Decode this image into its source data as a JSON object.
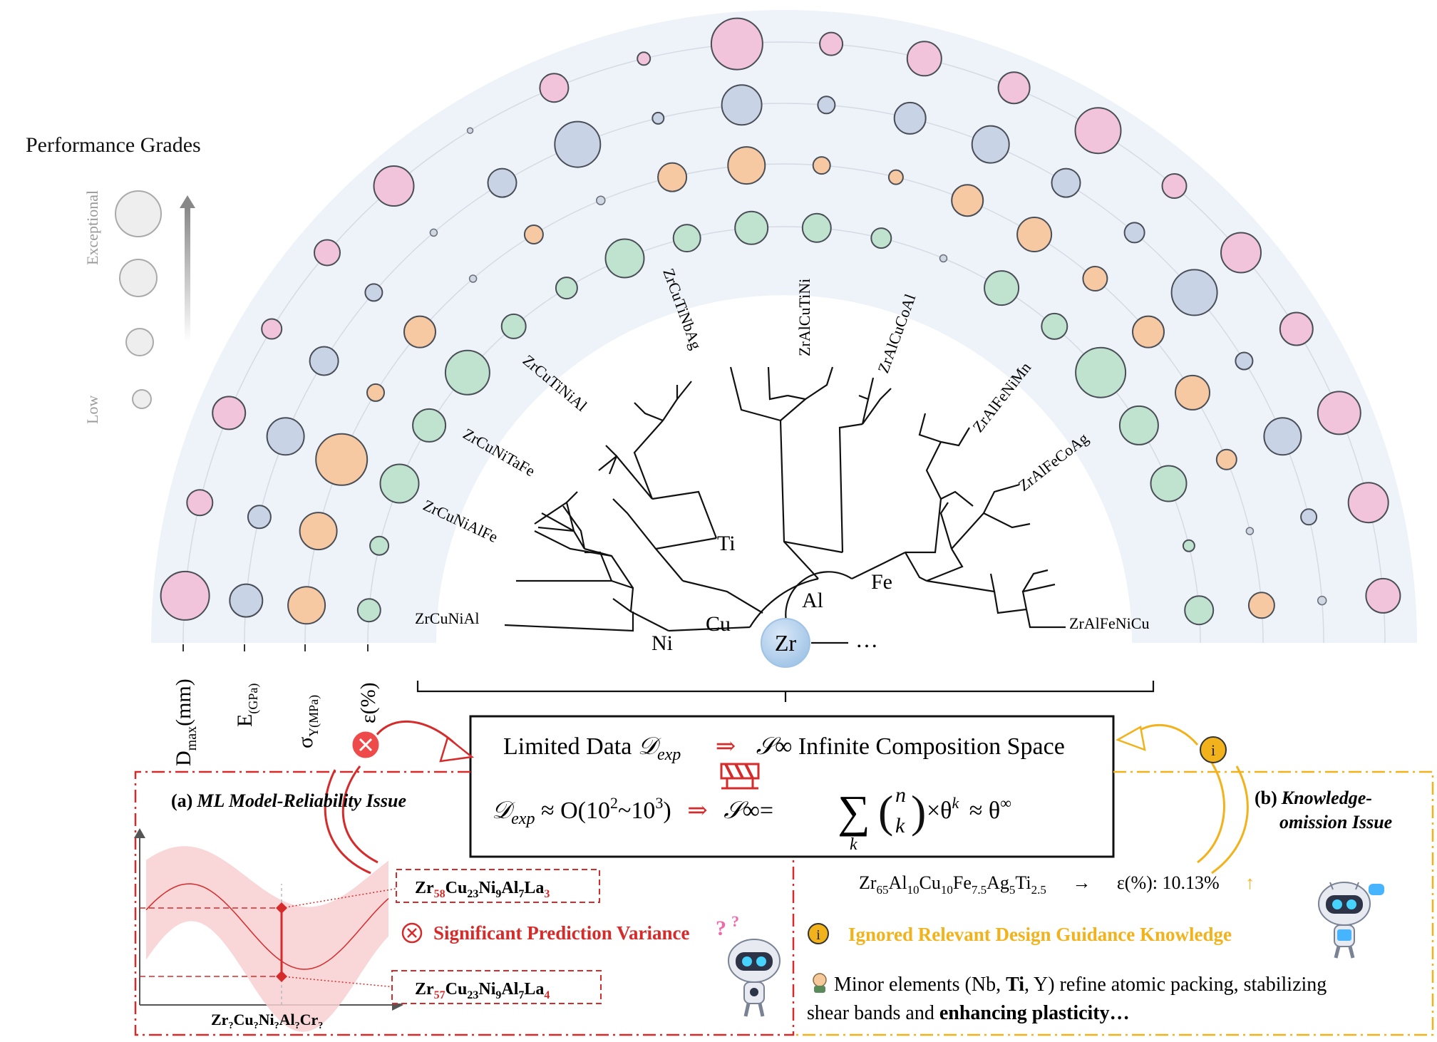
{
  "legend": {
    "title": "Performance Grades",
    "high_label": "Exceptional",
    "low_label": "Low"
  },
  "axes": {
    "dmax": "D",
    "dmax_sub": "max",
    "dmax_unit": "(mm)",
    "e": "E",
    "e_sub": "(GPa)",
    "sigma": "σ",
    "sigma_sub": "Y(MPa)",
    "eps": "ε(%)"
  },
  "tree": {
    "root": "Zr",
    "ellipsis": "…",
    "element_labels": [
      "Ni",
      "Cu",
      "Ti",
      "Al",
      "Fe"
    ],
    "leaves_left": [
      "ZrCuNiAl",
      "ZrCuNiAlFe",
      "ZrCuNiTaFe",
      "ZrCuTiNiAl",
      "ZrCuTiNbAg"
    ],
    "leaves_mid": [
      "ZrAlCuTiNi",
      "ZrAlCuCoAl"
    ],
    "leaves_right": [
      "ZrAlFeNiMn",
      "ZrAlFeCoAg",
      "ZrAlFeNiCu"
    ]
  },
  "center_box": {
    "line1_prefix": "Limited Data",
    "line1_sym": "𝒟",
    "line1_sub": "exp",
    "arrow": "⇒",
    "line1_suffix_sym": "𝒮",
    "line1_suffix_sub": "∞",
    "line1_suffix": "Infinite Composition Space",
    "line2_left": "𝒟",
    "line2_left_sub": "exp",
    "line2_approx": "≈ O(10",
    "line2_exp1": "2",
    "line2_tilde": "~10",
    "line2_exp2": "3",
    "line2_close": ")",
    "line2_s": "𝒮",
    "line2_s_sub": "∞",
    "line2_eq": "=",
    "sum": "∑",
    "sum_sub": "k",
    "binom_n": "n",
    "binom_k": "k",
    "times": "×θ",
    "theta_exp": "k",
    "approx2": "≈ θ",
    "theta_inf": "∞"
  },
  "panel_a": {
    "title_prefix": "(a)",
    "title": "ML Model-Reliability Issue",
    "comp_top": {
      "pre": "Zr",
      "n1": "58",
      "mid": "Cu",
      "n2": "23",
      "mid2": "Ni",
      "n3": "9",
      "mid3": "Al",
      "n4": "7",
      "mid4": "La",
      "n5": "3"
    },
    "comp_bottom": {
      "pre": "Zr",
      "n1": "57",
      "mid": "Cu",
      "n2": "23",
      "mid2": "Ni",
      "n3": "9",
      "mid3": "Al",
      "n4": "7",
      "mid4": "La",
      "n5": "4"
    },
    "variance_label": "Significant Prediction Variance",
    "x_label_parts": [
      "Zr",
      "?",
      "Cu",
      "?",
      "Ni",
      "?",
      "Al",
      "?",
      "Cr",
      "?"
    ]
  },
  "panel_b": {
    "title_prefix": "(b)",
    "title": "Knowledge-omission Issue",
    "formula_parts": [
      "Zr",
      "65",
      "Al",
      "10",
      "Cu",
      "10",
      "Fe",
      "7.5",
      "Ag",
      "5",
      "Ti",
      "2.5"
    ],
    "arrow": "→",
    "result": "ε(%): 10.13%",
    "up_arrow": "↑",
    "ignored_label": "Ignored Relevant Design Guidance Knowledge",
    "note_part1": "Minor elements (Nb, ",
    "note_bold1": "Ti",
    "note_part2": ", Y) refine atomic packing, stabilizing",
    "note_part3": "shear bands and ",
    "note_bold2": "enhancing plasticity…"
  },
  "colors": {
    "pink": "#f2c4dc",
    "blue": "#c9d3e6",
    "orange": "#f7c9a3",
    "green": "#bfe3cf",
    "arc_bg": "#eef3fa",
    "red": "#d62b2b",
    "gold": "#f2b21b"
  }
}
